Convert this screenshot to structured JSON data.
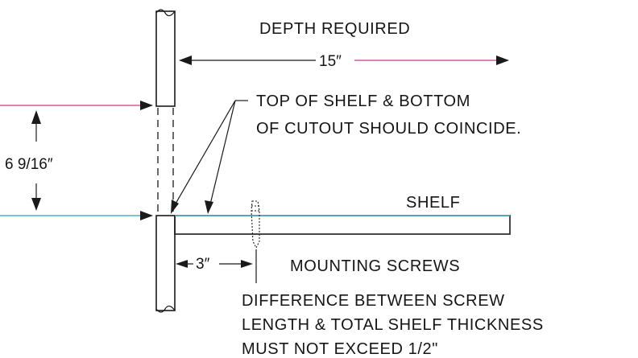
{
  "labels": {
    "depth_required": "DEPTH REQUIRED",
    "depth_value": "15″",
    "coincide_line1": "TOP OF SHELF & BOTTOM",
    "coincide_line2": "OF CUTOUT SHOULD COINCIDE.",
    "height_value": "6 9/16″",
    "shelf": "SHELF",
    "screw_offset": "3″",
    "mounting_screws": "MOUNTING SCREWS",
    "note_line1": "DIFFERENCE BETWEEN SCREW",
    "note_line2": "LENGTH & TOTAL SHELF THICKNESS",
    "note_line3": "MUST NOT EXCEED 1/2\""
  },
  "colors": {
    "ink": "#1a1a1a",
    "dimension_line_accent": "#d35ea6",
    "shelf_top_accent": "#4fb3c9"
  }
}
